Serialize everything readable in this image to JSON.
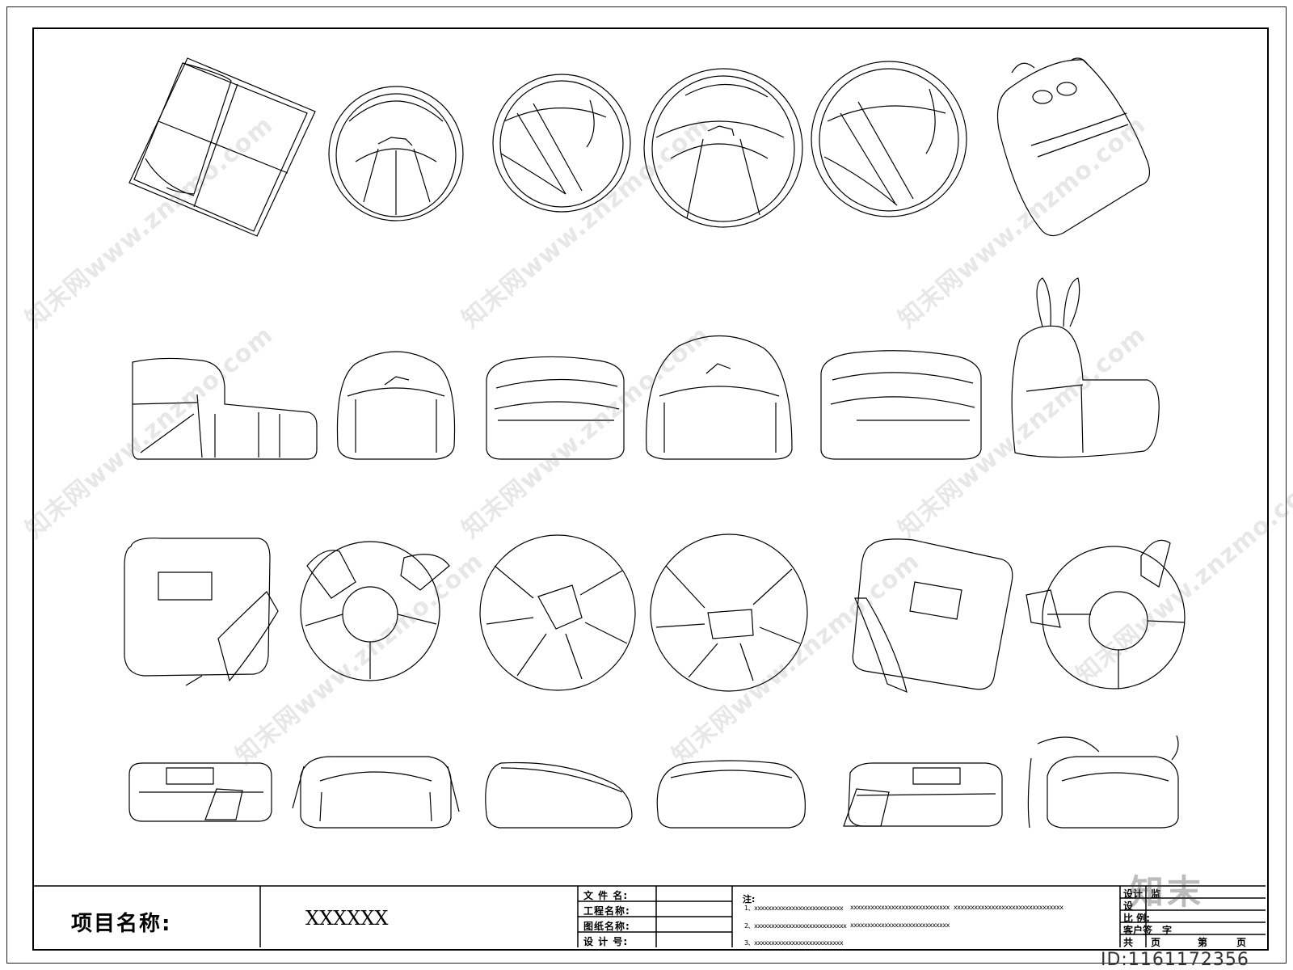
{
  "title_block": {
    "project_label": "项目名称:",
    "project_value": "XXXXXX",
    "fields": [
      "文 件 名:",
      "工程名称:",
      "图纸名称:",
      "设 计 号:"
    ],
    "notes_title": "注:",
    "notes": [
      "1、xxxxxxxxxxxxxxxxxxxxxxxxxx",
      "xxxxxxxxxxxxxxxxxxxxxxxxxxxxx",
      "xxxxxxxxxxxxxxxxxxxxxxxxxxxxxxxx",
      "2、xxxxxxxxxxxxxxxxxxxxxxxxxxx",
      "xxxxxxxxxxxxxxxxxxxxxxxxxxxxx",
      "3、xxxxxxxxxxxxxxxxxxxxxxxxxx"
    ],
    "right_fields": [
      "设计",
      "设",
      "比  例:",
      "客户签",
      "共"
    ],
    "right_fields_extra": [
      "监",
      "字",
      "页",
      "第",
      "页"
    ]
  },
  "watermark": {
    "text": "知末网www.znzmo.com"
  },
  "logo": "知末",
  "id_text": "ID:1161172356",
  "colors": {
    "line": "#000000",
    "watermark": "#9a9a9a"
  }
}
